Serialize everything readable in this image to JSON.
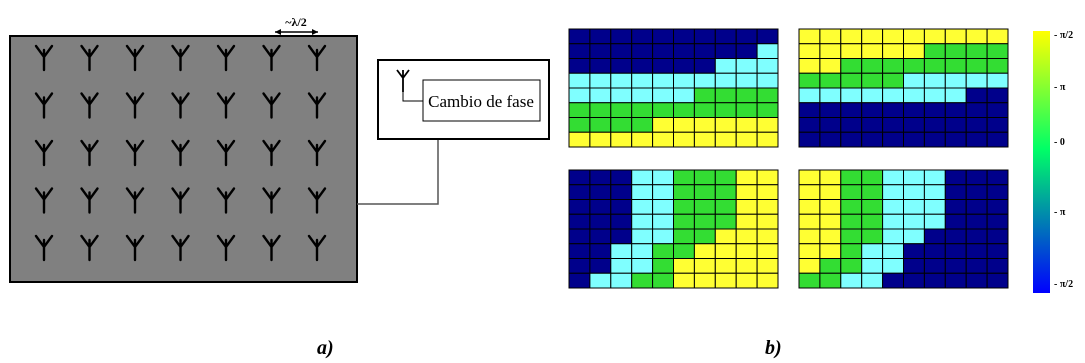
{
  "array_panel": {
    "spacing_label": "~λ/2",
    "rows": 5,
    "cols": 7,
    "fill_color": "#808080",
    "icon": "antenna-icon"
  },
  "phase_module": {
    "label": "Cambio de fase",
    "icon": "antenna-icon"
  },
  "colorbar": {
    "labels": [
      "- π/2",
      "- π",
      "- 0",
      "- π",
      "- π/2"
    ],
    "stops": [
      "#ffff00",
      "#00ff66",
      "#0000ff"
    ]
  },
  "grid_colors": {
    "0": "#00008b",
    "1": "#7fffff",
    "2": "#33dd33",
    "3": "#ffff33"
  },
  "phase_grids": [
    [
      [
        0,
        0,
        0,
        0,
        0,
        0,
        0,
        0,
        0,
        0
      ],
      [
        0,
        0,
        0,
        0,
        0,
        0,
        0,
        0,
        0,
        1
      ],
      [
        0,
        0,
        0,
        0,
        0,
        0,
        0,
        1,
        1,
        1
      ],
      [
        1,
        1,
        1,
        1,
        1,
        1,
        1,
        1,
        1,
        1
      ],
      [
        1,
        1,
        1,
        1,
        1,
        1,
        2,
        2,
        2,
        2
      ],
      [
        2,
        2,
        2,
        2,
        2,
        2,
        2,
        2,
        2,
        2
      ],
      [
        2,
        2,
        2,
        2,
        3,
        3,
        3,
        3,
        3,
        3
      ],
      [
        3,
        3,
        3,
        3,
        3,
        3,
        3,
        3,
        3,
        3
      ]
    ],
    [
      [
        3,
        3,
        3,
        3,
        3,
        3,
        3,
        3,
        3,
        3
      ],
      [
        3,
        3,
        3,
        3,
        3,
        3,
        2,
        2,
        2,
        2
      ],
      [
        3,
        3,
        2,
        2,
        2,
        2,
        2,
        2,
        2,
        2
      ],
      [
        2,
        2,
        2,
        2,
        2,
        1,
        1,
        1,
        1,
        1
      ],
      [
        1,
        1,
        1,
        1,
        1,
        1,
        1,
        1,
        0,
        0
      ],
      [
        0,
        0,
        0,
        0,
        0,
        0,
        0,
        0,
        0,
        0
      ],
      [
        0,
        0,
        0,
        0,
        0,
        0,
        0,
        0,
        0,
        0
      ],
      [
        0,
        0,
        0,
        0,
        0,
        0,
        0,
        0,
        0,
        0
      ]
    ],
    [
      [
        0,
        0,
        0,
        1,
        1,
        2,
        2,
        2,
        3,
        3
      ],
      [
        0,
        0,
        0,
        1,
        1,
        2,
        2,
        2,
        3,
        3
      ],
      [
        0,
        0,
        0,
        1,
        1,
        2,
        2,
        2,
        3,
        3
      ],
      [
        0,
        0,
        0,
        1,
        1,
        2,
        2,
        2,
        3,
        3
      ],
      [
        0,
        0,
        0,
        1,
        1,
        2,
        2,
        3,
        3,
        3
      ],
      [
        0,
        0,
        1,
        1,
        2,
        2,
        3,
        3,
        3,
        3
      ],
      [
        0,
        0,
        1,
        1,
        2,
        3,
        3,
        3,
        3,
        3
      ],
      [
        0,
        1,
        1,
        2,
        2,
        3,
        3,
        3,
        3,
        3
      ]
    ],
    [
      [
        3,
        3,
        2,
        2,
        1,
        1,
        1,
        0,
        0,
        0
      ],
      [
        3,
        3,
        2,
        2,
        1,
        1,
        1,
        0,
        0,
        0
      ],
      [
        3,
        3,
        2,
        2,
        1,
        1,
        1,
        0,
        0,
        0
      ],
      [
        3,
        3,
        2,
        2,
        1,
        1,
        1,
        0,
        0,
        0
      ],
      [
        3,
        3,
        2,
        2,
        1,
        1,
        0,
        0,
        0,
        0
      ],
      [
        3,
        3,
        2,
        1,
        1,
        0,
        0,
        0,
        0,
        0
      ],
      [
        3,
        2,
        2,
        1,
        1,
        0,
        0,
        0,
        0,
        0
      ],
      [
        2,
        2,
        1,
        1,
        0,
        0,
        0,
        0,
        0,
        0
      ]
    ]
  ],
  "captions": {
    "a": "a)",
    "b": "b)"
  }
}
